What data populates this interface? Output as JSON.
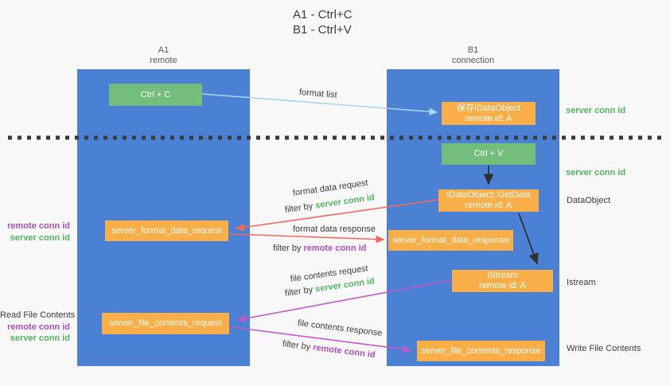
{
  "title": {
    "line1": "A1 - Ctrl+C",
    "line2": "B1 - Ctrl+V"
  },
  "lanes": {
    "a1": {
      "name": "A1",
      "role": "remote"
    },
    "b1": {
      "name": "B1",
      "role": "connection"
    }
  },
  "nodes": {
    "ctrl_c": {
      "label": "Ctrl + C"
    },
    "ctrl_v": {
      "label": "Ctrl + V"
    },
    "save_dataobject": {
      "line1": "保存IDataObject",
      "line2": "remote id: A"
    },
    "getdata": {
      "line1": "IDataObject::GetData",
      "line2": "remote id: A"
    },
    "istream": {
      "line1": "IStream",
      "line2": "remote id: A"
    },
    "format_request": {
      "label": "server_format_data_request"
    },
    "format_response": {
      "label": "server_format_data_response"
    },
    "file_request": {
      "label": "server_file_contents_request"
    },
    "file_response": {
      "label": "server_file_contents_response"
    }
  },
  "edges": {
    "format_list": {
      "label": "format list"
    },
    "format_data_request": {
      "label": "format data request",
      "filter_prefix": "filter by",
      "filter_key": "server conn id"
    },
    "format_data_response": {
      "label": "format data response",
      "filter_prefix": "filter by",
      "filter_key": "remote conn id"
    },
    "file_contents_request": {
      "label": "file contents request",
      "filter_prefix": "filter by",
      "filter_key": "server conn id"
    },
    "file_contents_response": {
      "label": "file contents response",
      "filter_prefix": "filter by",
      "filter_key": "remote conn id"
    }
  },
  "side_labels": {
    "server_conn_id_a": "server conn id",
    "server_conn_id_b": "server conn id",
    "dataobject": "DataObject",
    "istream": "Istream",
    "write_file_contents": "Write File Contents",
    "read_file_contents": "Read File Contents",
    "format_remote_conn_id": "remote conn id",
    "format_server_conn_id": "server conn id",
    "file_remote_conn_id": "remote conn id",
    "file_server_conn_id": "server conn id"
  },
  "colors": {
    "lane_blue": "#4a81d4",
    "box_green": "#74be7b",
    "box_orange": "#faae47",
    "conn_id_green": "#54b45f",
    "conn_id_purple": "#a94fc0",
    "arrow_red": "#ee6a5f",
    "arrow_magenta": "#c05ac9",
    "arrow_light_blue": "#a9d5f0",
    "arrow_black": "#303030",
    "background": "#f8f8f8"
  }
}
